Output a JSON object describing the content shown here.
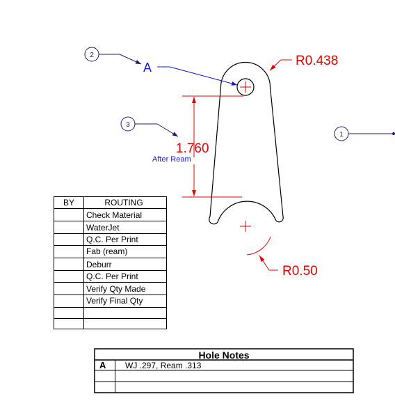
{
  "callouts": {
    "balloon_2": "2",
    "balloon_3": "3",
    "balloon_1": "1",
    "hole_letter": "A"
  },
  "dimensions": {
    "top_radius": "R0.438",
    "bottom_radius": "R0.50",
    "center_distance": "1.760",
    "center_distance_note": "After Ream"
  },
  "routing_table": {
    "headers": [
      "BY",
      "ROUTING"
    ],
    "rows": [
      {
        "by": "",
        "step": "Check Material"
      },
      {
        "by": "",
        "step": "WaterJet"
      },
      {
        "by": "",
        "step": "Q.C. Per Print"
      },
      {
        "by": "",
        "step": "Fab (ream)"
      },
      {
        "by": "",
        "step": "Deburr"
      },
      {
        "by": "",
        "step": "Q.C. Per Print"
      },
      {
        "by": "",
        "step": "Verify Qty Made"
      },
      {
        "by": "",
        "step": "Verify Final Qty"
      },
      {
        "by": "",
        "step": ""
      },
      {
        "by": "",
        "step": ""
      }
    ]
  },
  "hole_notes": {
    "title": "Hole Notes",
    "rows": [
      {
        "key": "A",
        "note": "WJ .297, Ream .313"
      },
      {
        "key": "",
        "note": ""
      },
      {
        "key": "",
        "note": ""
      }
    ]
  },
  "colors": {
    "dimension": "#e60000",
    "callout": "#1a1acc",
    "outline": "#000000"
  }
}
